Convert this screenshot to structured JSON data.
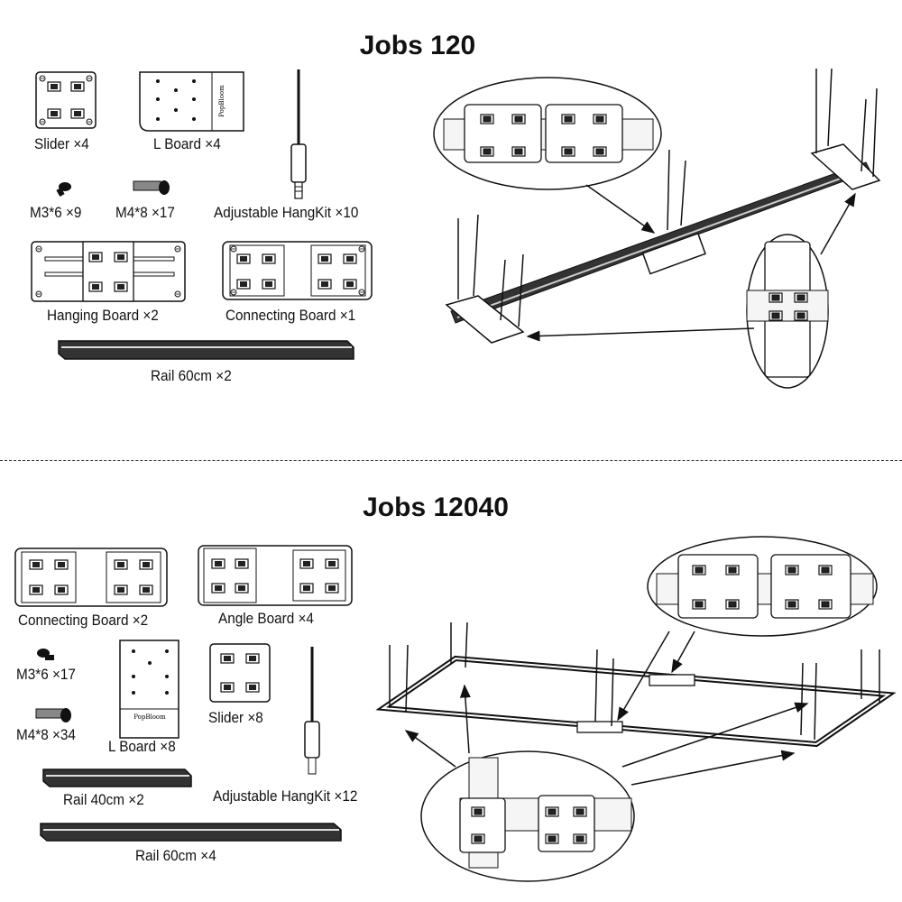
{
  "sections": [
    {
      "title": "Jobs 120",
      "parts": {
        "slider": "Slider ×4",
        "l_board": "L Board ×4",
        "m3": "M3*6 ×9",
        "m4": "M4*8 ×17",
        "hangkit": "Adjustable HangKit ×10",
        "hanging_board": "Hanging Board ×2",
        "connecting_board": "Connecting Board ×1",
        "rail60": "Rail 60cm ×2"
      }
    },
    {
      "title": "Jobs 12040",
      "parts": {
        "connecting_board": "Connecting Board ×2",
        "angle_board": "Angle Board ×4",
        "m3": "M3*6 ×17",
        "m4": "M4*8 ×34",
        "l_board": "L Board ×8",
        "slider": "Slider ×8",
        "hangkit": "Adjustable HangKit ×12",
        "rail40": "Rail 40cm ×2",
        "rail60": "Rail 60cm ×4"
      }
    }
  ],
  "brand_mark": "PopBloom"
}
